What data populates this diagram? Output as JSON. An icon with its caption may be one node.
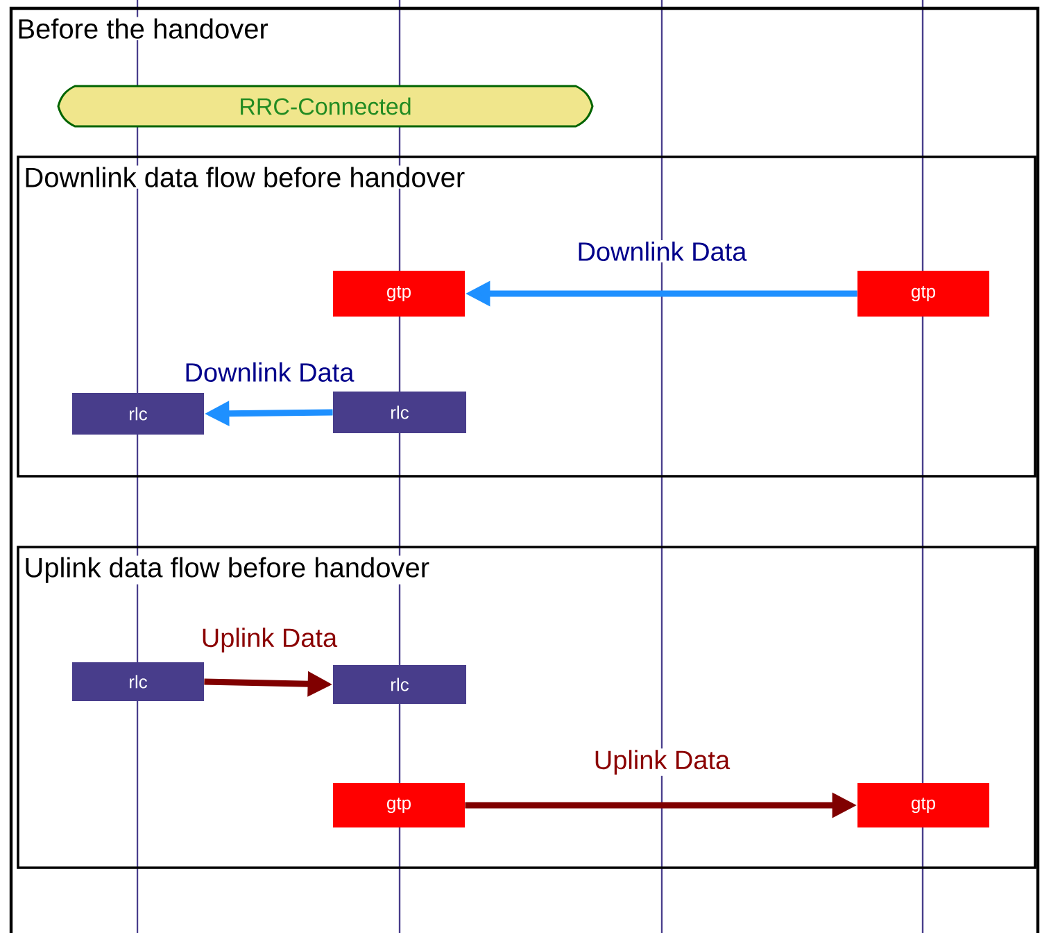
{
  "diagram": {
    "nodes": [
      {
        "text": [
          "Before the handover"
        ]
      },
      {
        "text": [
          "RRC-Connected"
        ],
        "in": 0
      },
      {
        "text": [
          "Downlink data flow before handover"
        ],
        "in": 0
      },
      {
        "text": [
          "gtp"
        ],
        "in": 2
      },
      {
        "text": [
          "gtp"
        ],
        "in": 2
      },
      {
        "text": [
          "rlc"
        ],
        "in": 2
      },
      {
        "text": [
          "rlc"
        ],
        "in": 2
      },
      {
        "text": [
          "Uplink data flow before handover"
        ],
        "in": 0
      },
      {
        "text": [
          "rlc"
        ],
        "in": 7
      },
      {
        "text": [
          "rlc"
        ],
        "in": 7
      },
      {
        "text": [
          "gtp"
        ],
        "in": 7
      },
      {
        "text": [
          "gtp"
        ],
        "in": 7
      }
    ],
    "edges": [
      {
        "from": 4,
        "to": 3,
        "arrow": "to",
        "label": "Downlink Data",
        "color": "#1e90ff"
      },
      {
        "from": 6,
        "to": 5,
        "arrow": "to",
        "label": "Downlink Data",
        "color": "#1e90ff"
      },
      {
        "from": 8,
        "to": 9,
        "arrow": "to",
        "label": "Uplink Data",
        "color": "#800000"
      },
      {
        "from": 10,
        "to": 11,
        "arrow": "to",
        "label": "Uplink Data",
        "color": "#800000"
      }
    ]
  }
}
